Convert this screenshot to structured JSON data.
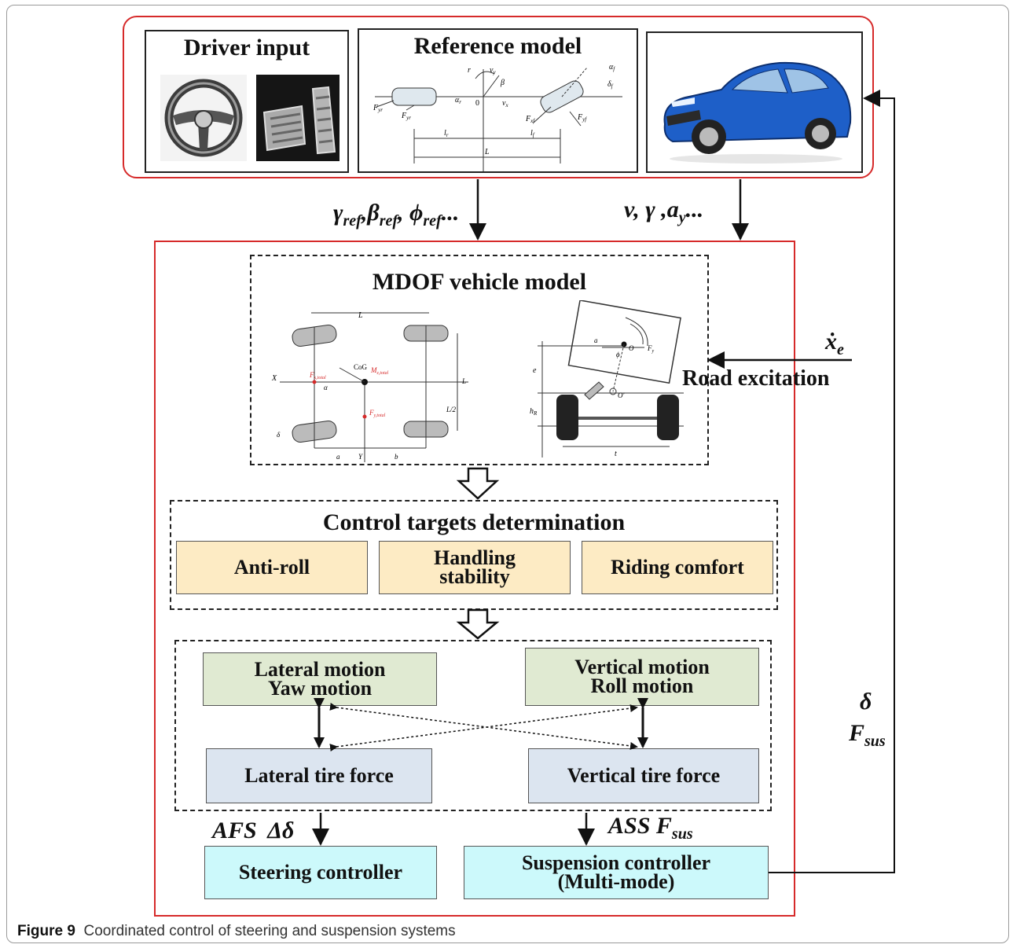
{
  "top": {
    "driver_input": {
      "title": "Driver input"
    },
    "reference_model": {
      "title": "Reference model",
      "labels": {
        "fyr": "F",
        "fyr_sub": "yr",
        "fyr2": "F",
        "fyr2_sub": "yr",
        "alpha_r": "α",
        "alpha_r_sub": "r",
        "r": "r",
        "vy": "v",
        "vy_sub": "y",
        "beta": "β",
        "vx": "v",
        "vx_sub": "x",
        "zero": "0",
        "alpha_f": "α",
        "alpha_f_sub": "f",
        "delta_f": "δ",
        "delta_f_sub": "f",
        "fxf": "F",
        "fxf_sub": "xf",
        "fyf": "F",
        "fyf_sub": "yf",
        "lr": "l",
        "lr_sub": "r",
        "lf": "l",
        "lf_sub": "f",
        "L": "L"
      }
    }
  },
  "signals": {
    "reference": {
      "gamma": "γ",
      "gamma_sub": "ref",
      "sep1": ",",
      "beta": "β",
      "beta_sub": "ref",
      "sep2": ",",
      "phi": "ϕ",
      "phi_sub": "ref",
      "tail": "..."
    },
    "measured": {
      "v": "v",
      "sep1": ",",
      "gamma": "γ",
      "sep2": ",",
      "a": "a",
      "a_sub": "y",
      "tail": "..."
    },
    "road": {
      "symbol": "ẋ",
      "symbol_sub": "e",
      "label": "Road excitation"
    },
    "feedback": {
      "delta": "δ",
      "f": "F",
      "f_sub": "sus"
    }
  },
  "mdof": {
    "title": "MDOF vehicle model",
    "labels": {
      "L": "L",
      "X": "X",
      "fx": "F",
      "fx_sub": "x,total",
      "mz": "M",
      "mz_sub": "z,total",
      "cog": "CoG",
      "fy": "F",
      "fy_sub": "y,total",
      "a": "a",
      "b": "b",
      "Y": "Y",
      "lw2": "L",
      "lw2_suffix": "/2",
      "lw": "L",
      "alpha": "α",
      "delta": "δ",
      "e": "e",
      "hr": "h",
      "hr_sub": "R",
      "t": "t",
      "O": "O",
      "Oprime": "O'",
      "ay": "a",
      "phi": "ϕ",
      "fy2": "F",
      "fy2_sub": "y"
    }
  },
  "targets": {
    "title": "Control targets determination",
    "items": [
      {
        "label": "Anti-roll"
      },
      {
        "line1": "Handling",
        "line2": "stability"
      },
      {
        "label": "Riding comfort"
      }
    ]
  },
  "motion": {
    "lateral": {
      "line1": "Lateral motion",
      "line2": "Yaw motion"
    },
    "vertical": {
      "line1": "Vertical motion",
      "line2": "Roll motion"
    },
    "lateral_force": "Lateral tire force",
    "vertical_force": "Vertical tire force"
  },
  "controllers": {
    "afs_label": "AFS",
    "afs_delta": "Δδ",
    "ass_label": "ASS",
    "ass_f": "F",
    "ass_f_sub": "sus",
    "steering": "Steering controller",
    "suspension": {
      "line1": "Suspension controller",
      "line2": "(Multi-mode)"
    }
  },
  "caption": {
    "label": "Figure 9",
    "text": "Coordinated control of steering and suspension systems"
  }
}
